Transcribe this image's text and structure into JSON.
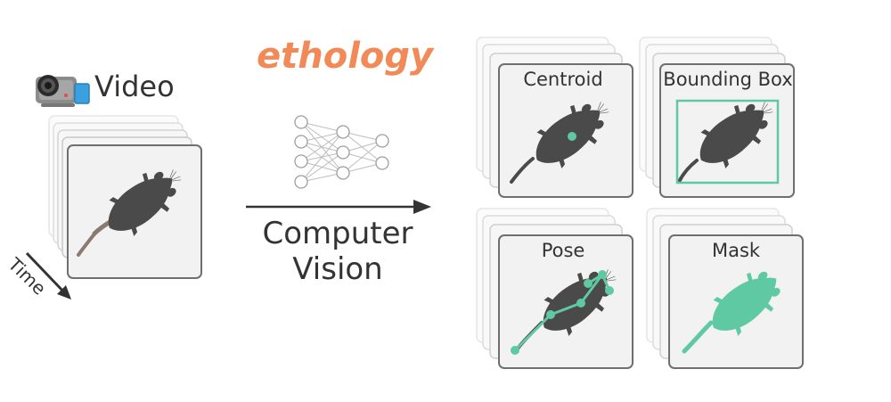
{
  "brand": {
    "name": "ethology"
  },
  "source": {
    "label": "Video",
    "time_label": "Time"
  },
  "process": {
    "line1": "Computer",
    "line2": "Vision"
  },
  "outputs": {
    "centroid": {
      "title": "Centroid"
    },
    "bbox": {
      "title": "Bounding Box"
    },
    "pose": {
      "title": "Pose"
    },
    "mask": {
      "title": "Mask"
    }
  },
  "colors": {
    "brand": "#f18a57",
    "accent": "#5ec9a3",
    "card_fill": "#f2f2f2",
    "card_stroke": "#6f6f6f",
    "mouse": "#4a4a4a",
    "tail": "#8a7a72",
    "text": "#333333"
  },
  "icons": [
    "video-camera-icon",
    "neural-network-icon",
    "arrow-right-icon",
    "time-arrow-icon"
  ]
}
